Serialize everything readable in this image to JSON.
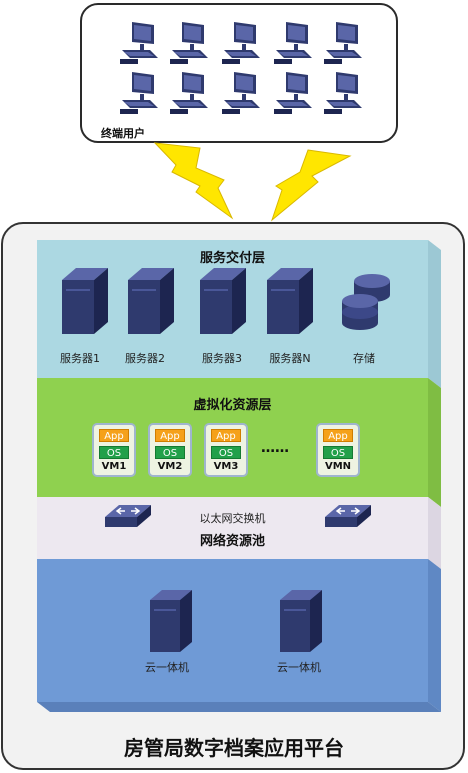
{
  "users": {
    "label": "终端用户",
    "count": 10,
    "icon": "desktop-computer-icon"
  },
  "platform_title": "房管局数字档案应用平台",
  "layers": {
    "delivery": {
      "title": "服务交付层",
      "color": "#acd8e2",
      "items": [
        {
          "label": "服务器1",
          "icon": "server-icon"
        },
        {
          "label": "服务器2",
          "icon": "server-icon"
        },
        {
          "label": "服务器3",
          "icon": "server-icon"
        },
        {
          "label": "服务器N",
          "icon": "server-icon"
        },
        {
          "label": "存储",
          "icon": "storage-disks-icon"
        }
      ]
    },
    "virtual": {
      "title": "虚拟化资源层",
      "color": "#8fd14f",
      "app_label": "App",
      "os_label": "OS",
      "ellipsis": "……",
      "vms": [
        "VM1",
        "VM2",
        "VM3",
        "VMN"
      ]
    },
    "network": {
      "title": "网络资源池",
      "switch_label": "以太网交换机",
      "color": "#ede8f0",
      "icon": "network-switch-icon"
    },
    "infra": {
      "color": "#6f9ad6",
      "items": [
        {
          "label": "云一体机",
          "icon": "server-tower-icon"
        },
        {
          "label": "云一体机",
          "icon": "server-tower-icon"
        }
      ]
    }
  },
  "colors": {
    "bolt": "#ffe600",
    "server_dark": "#2f3a6e",
    "vm_border": "#9fb5ce"
  }
}
